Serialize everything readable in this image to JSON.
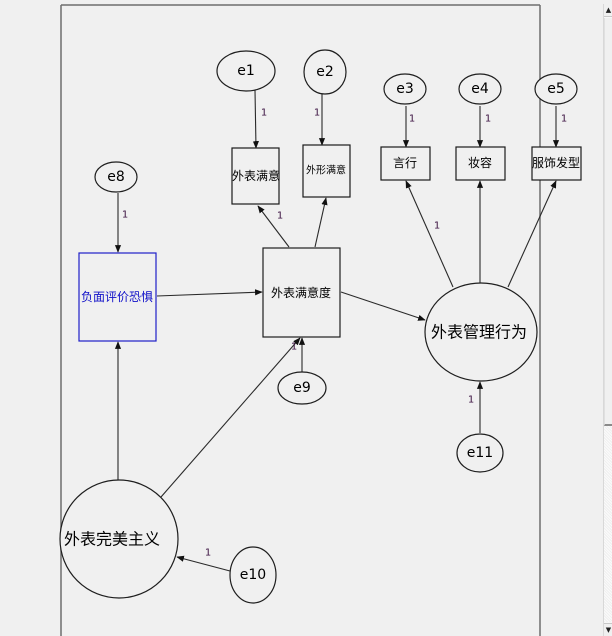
{
  "diagram": {
    "type": "structural-equation-model",
    "nodes": {
      "e1": "e1",
      "e2": "e2",
      "e3": "e3",
      "e4": "e4",
      "e5": "e5",
      "e8": "e8",
      "e9": "e9",
      "e10": "e10",
      "e11": "e11",
      "obs_appearance_satisfaction": "外表满意",
      "obs_body_satisfaction": "外形满意",
      "obs_speech_behavior": "言行",
      "obs_makeup": "妆容",
      "obs_clothing_hair": "服饰发型",
      "fear_negative_evaluation": "负面评价恐惧",
      "appearance_satisfaction_degree": "外表满意度",
      "appearance_management_behavior": "外表管理行为",
      "appearance_perfectionism": "外表完美主义"
    },
    "weights": {
      "e1_to_obs1": "1",
      "e2_to_obs2": "1",
      "e3_to_obs3": "1",
      "e4_to_obs4": "1",
      "e5_to_obs5": "1",
      "e8_to_fear": "1",
      "satisfaction_to_obs1": "1",
      "behavior_to_obs3": "1",
      "e9_to_satisfaction": "1",
      "e11_to_behavior": "1",
      "e10_to_perfectionism": "1"
    },
    "edges": [
      {
        "from": "e1",
        "to": "obs_appearance_satisfaction",
        "weight": "1"
      },
      {
        "from": "e2",
        "to": "obs_body_satisfaction",
        "weight": "1"
      },
      {
        "from": "e3",
        "to": "obs_speech_behavior",
        "weight": "1"
      },
      {
        "from": "e4",
        "to": "obs_makeup",
        "weight": "1"
      },
      {
        "from": "e5",
        "to": "obs_clothing_hair",
        "weight": "1"
      },
      {
        "from": "e8",
        "to": "fear_negative_evaluation",
        "weight": "1"
      },
      {
        "from": "e9",
        "to": "appearance_satisfaction_degree",
        "weight": "1"
      },
      {
        "from": "e10",
        "to": "appearance_perfectionism",
        "weight": "1"
      },
      {
        "from": "e11",
        "to": "appearance_management_behavior",
        "weight": "1"
      },
      {
        "from": "appearance_satisfaction_degree",
        "to": "obs_appearance_satisfaction",
        "weight": "1"
      },
      {
        "from": "appearance_satisfaction_degree",
        "to": "obs_body_satisfaction",
        "weight": ""
      },
      {
        "from": "appearance_management_behavior",
        "to": "obs_speech_behavior",
        "weight": "1"
      },
      {
        "from": "appearance_management_behavior",
        "to": "obs_makeup",
        "weight": ""
      },
      {
        "from": "appearance_management_behavior",
        "to": "obs_clothing_hair",
        "weight": ""
      },
      {
        "from": "fear_negative_evaluation",
        "to": "appearance_satisfaction_degree",
        "weight": ""
      },
      {
        "from": "appearance_satisfaction_degree",
        "to": "appearance_management_behavior",
        "weight": ""
      },
      {
        "from": "appearance_perfectionism",
        "to": "fear_negative_evaluation",
        "weight": ""
      },
      {
        "from": "appearance_perfectionism",
        "to": "appearance_satisfaction_degree",
        "weight": ""
      }
    ]
  },
  "scrollbar": {
    "up_glyph": "▲",
    "down_glyph": "▼"
  },
  "colors": {
    "highlight_node": "#1f1fc8",
    "weight_label": "#3a1040"
  }
}
